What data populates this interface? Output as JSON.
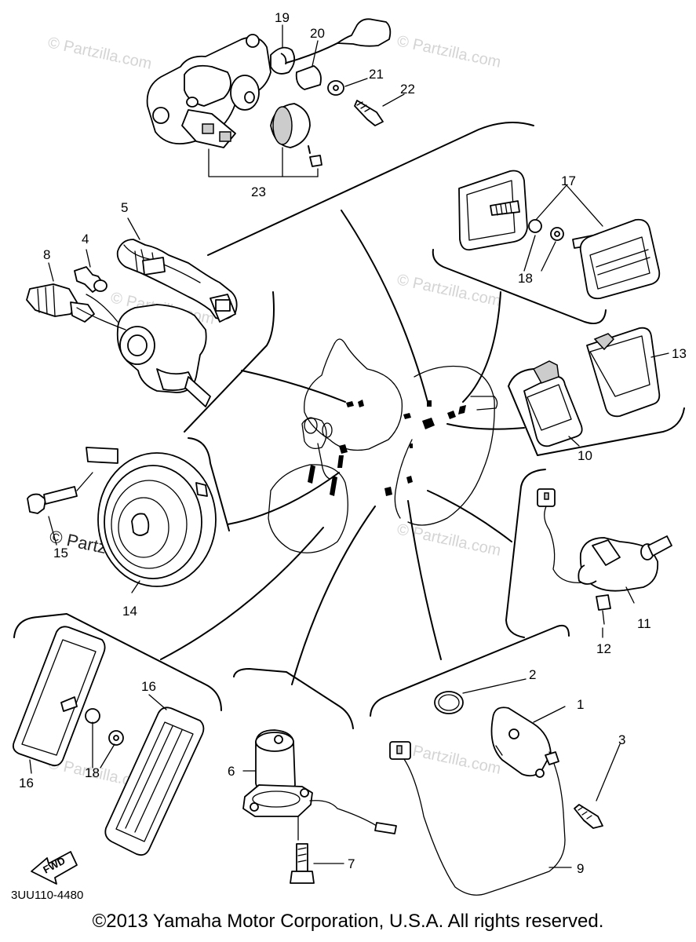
{
  "diagram": {
    "code": "3UU110-4480",
    "copyright": "©2013 Yamaha Motor Corporation, U.S.A. All rights reserved.",
    "watermark": "© Partzilla.com",
    "fwd_label": "FWD",
    "callouts": {
      "c1": "1",
      "c2": "2",
      "c3": "3",
      "c4": "4",
      "c5": "5",
      "c6": "6",
      "c7": "7",
      "c8": "8",
      "c9": "9",
      "c10": "10",
      "c11": "11",
      "c12": "12",
      "c13": "13",
      "c14": "14",
      "c15": "15",
      "c16a": "16",
      "c16b": "16",
      "c17": "17",
      "c18a": "18",
      "c18b": "18",
      "c19": "19",
      "c20": "20",
      "c21": "21",
      "c22": "22",
      "c23": "23"
    }
  }
}
